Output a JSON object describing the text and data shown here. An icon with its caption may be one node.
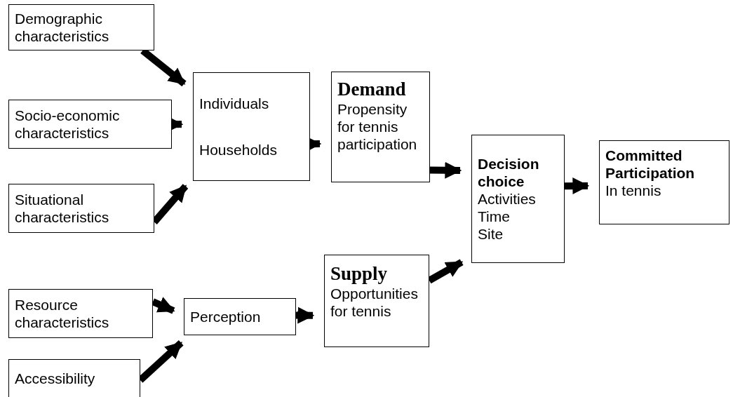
{
  "diagram": {
    "nodes": [
      {
        "text": [
          "Demographic characteristics"
        ]
      },
      {
        "text": [
          "Socio-economic characteristics"
        ]
      },
      {
        "text": [
          "Situational characteristics"
        ]
      },
      {
        "text": [
          "Individuals",
          "Households"
        ]
      },
      {
        "text": [
          "Demand",
          "Propensity for tennis participation"
        ]
      },
      {
        "text": [
          "Decision choice",
          "Activities",
          "Time",
          "Site"
        ]
      },
      {
        "text": [
          "Committed Participation",
          "In tennis"
        ]
      },
      {
        "text": [
          "Resource characteristics"
        ]
      },
      {
        "text": [
          "Perception"
        ]
      },
      {
        "text": [
          "Supply",
          "Opportunities for tennis"
        ]
      },
      {
        "text": [
          "Accessibility"
        ]
      }
    ],
    "edges": [
      {
        "from": 0,
        "to": 3,
        "arrow": "to"
      },
      {
        "from": 1,
        "to": 3,
        "arrow": "to"
      },
      {
        "from": 2,
        "to": 3,
        "arrow": "to"
      },
      {
        "from": 3,
        "to": 4,
        "arrow": "to"
      },
      {
        "from": 4,
        "to": 5,
        "arrow": "to"
      },
      {
        "from": 9,
        "to": 5,
        "arrow": "to"
      },
      {
        "from": 5,
        "to": 6,
        "arrow": "to"
      },
      {
        "from": 7,
        "to": 8,
        "arrow": "to"
      },
      {
        "from": 10,
        "to": 8,
        "arrow": "to"
      },
      {
        "from": 8,
        "to": 9,
        "arrow": "to"
      }
    ]
  }
}
